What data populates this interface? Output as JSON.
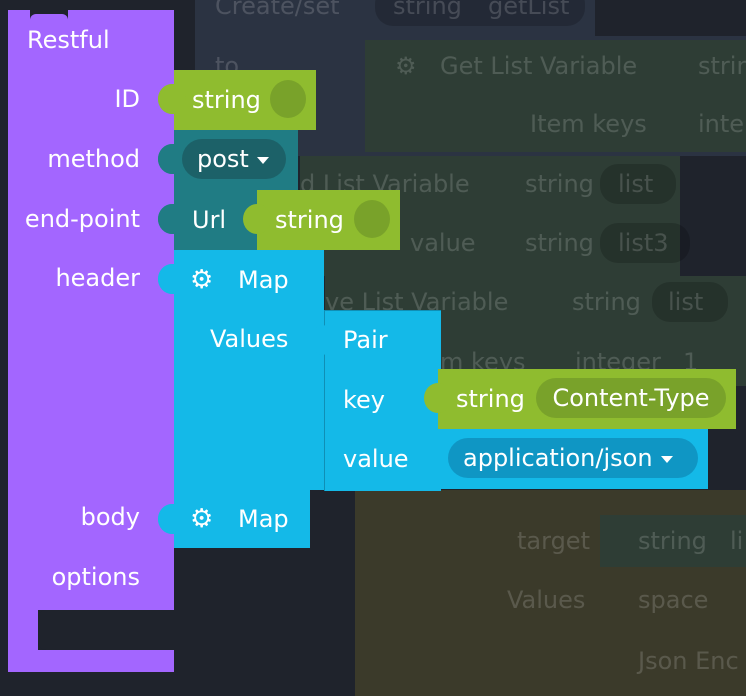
{
  "background": {
    "create_set": "Create/set",
    "string1": "string",
    "getlist": "getList",
    "to": "to",
    "get_list_variable": "Get List Variable",
    "string2": "strin",
    "item_keys": "Item keys",
    "inte": "inte",
    "list_variable": "d List Variable",
    "string3": "string",
    "list1": "list",
    "value": "value",
    "string4": "string",
    "list3": "list3",
    "save_list_variable": "ve List Variable",
    "string5": "string",
    "list2": "list",
    "item_keys2": "m keys",
    "integer": "integer",
    "one": "1",
    "target": "target",
    "string6": "string",
    "li": "li",
    "values": "Values",
    "space": "space",
    "json_enc": "Json Enc"
  },
  "restful": {
    "title": "Restful",
    "id_label": "ID",
    "id_value": "string",
    "method_label": "method",
    "method_value": "post",
    "endpoint_label": "end-point",
    "url_label": "Url",
    "url_value": "string",
    "header_label": "header",
    "header_map": "Map",
    "values_label": "Values",
    "pair_label": "Pair",
    "key_label": "key",
    "key_type": "string",
    "key_value": "Content-Type",
    "value_label": "value",
    "value_value": "application/json",
    "body_label": "body",
    "body_map": "Map",
    "options_label": "options"
  },
  "colors": {
    "procedure": "#a366ff",
    "text": "#8fbc2f",
    "teal": "#207c84",
    "dictionary": "#14b9e8",
    "workspace": "#1f232c"
  }
}
